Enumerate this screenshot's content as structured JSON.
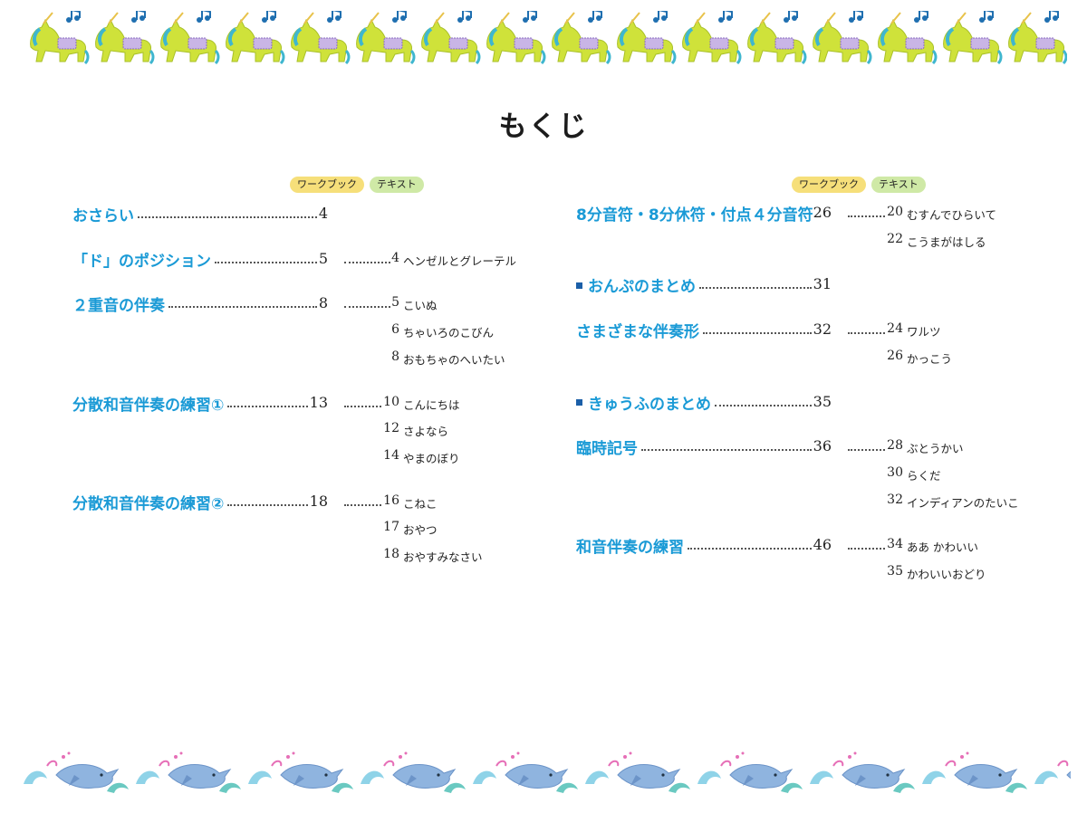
{
  "title": "もくじ",
  "columns": {
    "left": {
      "workbook_label": "ワークブック",
      "text_label": "テキスト"
    },
    "right": {
      "workbook_label": "ワークブック",
      "text_label": "テキスト"
    }
  },
  "left": [
    {
      "title": "おさらい",
      "page": "4",
      "songs": []
    },
    {
      "title": "「ド」のポジション",
      "page": "5",
      "songs": [
        {
          "page": "4",
          "name": "ヘンゼルとグレーテル"
        }
      ]
    },
    {
      "title": "２重音の伴奏",
      "page": "8",
      "songs": [
        {
          "page": "5",
          "name": "こいぬ"
        },
        {
          "page": "6",
          "name": "ちゃいろのこびん"
        },
        {
          "page": "8",
          "name": "おもちゃのへいたい"
        }
      ]
    },
    {
      "title": "分散和音伴奏の練習①",
      "page": "13",
      "songs": [
        {
          "page": "10",
          "name": "こんにちは"
        },
        {
          "page": "12",
          "name": "さよなら"
        },
        {
          "page": "14",
          "name": "やまのぼり"
        }
      ]
    },
    {
      "title": "分散和音伴奏の練習②",
      "page": "18",
      "songs": [
        {
          "page": "16",
          "name": "こねこ"
        },
        {
          "page": "17",
          "name": "おやつ"
        },
        {
          "page": "18",
          "name": "おやすみなさい"
        }
      ]
    }
  ],
  "right": [
    {
      "title": "8分音符・8分休符・付点４分音符",
      "page": "26",
      "songs": [
        {
          "page": "20",
          "name": "むすんでひらいて"
        },
        {
          "page": "22",
          "name": "こうまがはしる"
        }
      ]
    },
    {
      "title": "おんぷのまとめ",
      "page": "31",
      "songs": [],
      "marker": true
    },
    {
      "title": "さまざまな伴奏形",
      "page": "32",
      "songs": [
        {
          "page": "24",
          "name": "ワルツ"
        },
        {
          "page": "26",
          "name": "かっこう"
        }
      ]
    },
    {
      "title": "きゅうふのまとめ",
      "page": "35",
      "songs": [],
      "marker": true
    },
    {
      "title": "臨時記号",
      "page": "36",
      "songs": [
        {
          "page": "28",
          "name": "ぶとうかい"
        },
        {
          "page": "30",
          "name": "らくだ"
        },
        {
          "page": "32",
          "name": "インディアンのたいこ"
        }
      ]
    },
    {
      "title": "和音伴奏の練習",
      "page": "46",
      "songs": [
        {
          "page": "34",
          "name": "ああ かわいい"
        },
        {
          "page": "35",
          "name": "かわいいおどり"
        }
      ]
    }
  ],
  "decorations": {
    "top_border_icon": "unicorn-music-icon",
    "bottom_border_icon": "dolphin-wave-icon",
    "heading_color": "#1a9ad6",
    "marker_color": "#1b5fa8"
  }
}
